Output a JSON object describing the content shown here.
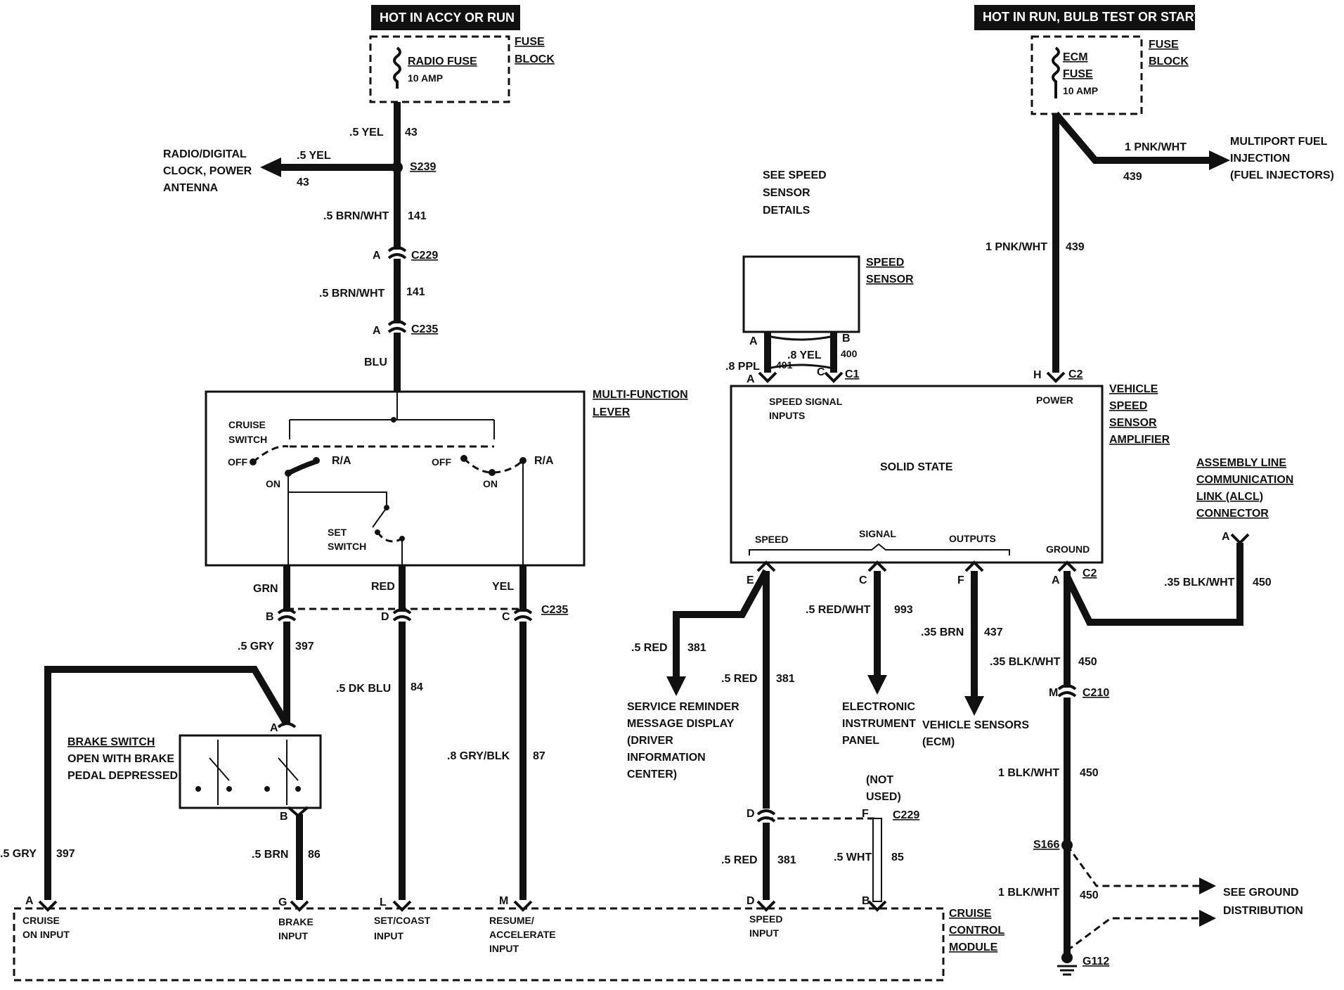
{
  "left": {
    "hot_header": "HOT IN ACCY OR RUN",
    "fuse_block": [
      "FUSE",
      "BLOCK"
    ],
    "radio_fuse": "RADIO FUSE",
    "radio_fuse_amp": "10 AMP",
    "w1_size": ".5 YEL",
    "w1_circ": "43",
    "splice": "S239",
    "branch_label": [
      "RADIO/DIGITAL",
      "CLOCK, POWER",
      "ANTENNA"
    ],
    "branch_size": ".5 YEL",
    "branch_circ": "43",
    "w2_size": ".5 BRN/WHT",
    "w2_circ": "141",
    "c229_pin": "A",
    "c229": "C229",
    "w3_size": ".5 BRN/WHT",
    "w3_circ": "141",
    "c235_pin": "A",
    "c235": "C235",
    "blu": "BLU",
    "mfl_label": [
      "MULTI-FUNCTION",
      "LEVER"
    ],
    "cruise_switch": [
      "CRUISE",
      "SWITCH"
    ],
    "off1": "OFF",
    "ra1": "R/A",
    "on1": "ON",
    "off2": "OFF",
    "ra2": "R/A",
    "on2": "ON",
    "set_switch": [
      "SET",
      "SWITCH"
    ],
    "grn": "GRN",
    "red": "RED",
    "yel": "YEL",
    "pin_b": "B",
    "pin_d": "D",
    "pin_c": "C",
    "c235b": "C235",
    "gry_size": ".5 GRY",
    "gry_circ": "397",
    "dkblu_size": ".5 DK BLU",
    "dkblu_circ": "84",
    "grybl_size": ".8 GRY/BLK",
    "grybl_circ": "87",
    "bs_pin_a": "A",
    "bs_pin_b": "B",
    "brake_switch": [
      "BRAKE SWITCH",
      "OPEN WITH BRAKE",
      "PEDAL DEPRESSED"
    ],
    "brn_size": ".5 BRN",
    "brn_circ": "86",
    "gry2_size": ".5 GRY",
    "gry2_circ": "397"
  },
  "right": {
    "hot_header": "HOT IN RUN, BULB TEST OR START",
    "fuse_block": [
      "FUSE",
      "BLOCK"
    ],
    "ecm_fuse": [
      "ECM",
      "FUSE",
      "10 AMP"
    ],
    "mpfi_size": "1 PNK/WHT",
    "mpfi_circ": "439",
    "mpfi_label": [
      "MULTIPORT FUEL",
      "INJECTION",
      "(FUEL INJECTORS)"
    ],
    "pwr_size": "1 PNK/WHT",
    "pwr_circ": "439",
    "see_speed": [
      "SEE SPEED",
      "SENSOR",
      "DETAILS"
    ],
    "speed_sensor": [
      "SPEED",
      "SENSOR"
    ],
    "ss_a": "A",
    "ss_b": "B",
    "ss_c": "C",
    "ppl_size": ".8 PPL",
    "ppl_circ": "401",
    "ppl_pin": "A",
    "yel_size": ".8 YEL",
    "yel_circ": "400",
    "c1": "C1",
    "h_pin": "H",
    "c2": "C2",
    "vssa_label": [
      "VEHICLE",
      "SPEED",
      "SENSOR",
      "AMPLIFIER"
    ],
    "ss_inputs": [
      "SPEED SIGNAL",
      "INPUTS"
    ],
    "power": "POWER",
    "solid_state": "SOLID STATE",
    "out_speed": "SPEED",
    "out_signal": "SIGNAL",
    "out_outputs": "OUTPUTS",
    "ground": "GROUND",
    "alcl": [
      "ASSEMBLY LINE",
      "COMMUNICATION",
      "LINK (ALCL)",
      "CONNECTOR"
    ],
    "alcl_pin": "A",
    "p_e": "E",
    "p_c": "C",
    "p_f": "F",
    "p_a": "A",
    "c2b": "C2",
    "alcl_size": ".35 BLK/WHT",
    "alcl_circ": "450",
    "redwht_size": ".5 RED/WHT",
    "redwht_circ": "993",
    "brn_size": ".35 BRN",
    "brn_circ": "437",
    "blkwht_size": ".35 BLK/WHT",
    "blkwht_circ": "450",
    "red1_size": ".5 RED",
    "red1_circ": "381",
    "red2_size": ".5 RED",
    "red2_circ": "381",
    "service": [
      "SERVICE REMINDER",
      "MESSAGE DISPLAY",
      "(DRIVER",
      "INFORMATION",
      "CENTER)"
    ],
    "eip": [
      "ELECTRONIC",
      "INSTRUMENT",
      "PANEL"
    ],
    "vsens": [
      "VEHICLE SENSORS",
      "(ECM)"
    ],
    "m_pin": "M",
    "c210": "C210",
    "blk1_size": "1 BLK/WHT",
    "blk1_circ": "450",
    "s166": "S166",
    "blk2_size": "1 BLK/WHT",
    "blk2_circ": "450",
    "see_ground": [
      "SEE GROUND",
      "DISTRIBUTION"
    ],
    "g112": "G112",
    "not_used": [
      "(NOT",
      "USED)"
    ],
    "d_pin": "D",
    "f_pin": "F",
    "c229": "C229",
    "red3_size": ".5 RED",
    "red3_circ": "381",
    "wht_size": ".5 WHT",
    "wht_circ": "85"
  },
  "module": {
    "label": [
      "CRUISE",
      "CONTROL",
      "MODULE"
    ],
    "pin_a": "A",
    "pin_g": "G",
    "pin_l": "L",
    "pin_m": "M",
    "pin_d": "D",
    "pin_b": "B",
    "cruise_on": [
      "CRUISE",
      "ON INPUT"
    ],
    "brake_in": [
      "BRAKE",
      "INPUT"
    ],
    "setcoast": [
      "SET/COAST",
      "INPUT"
    ],
    "resume": [
      "RESUME/",
      "ACCELERATE",
      "INPUT"
    ],
    "speed_in": [
      "SPEED",
      "INPUT"
    ]
  }
}
